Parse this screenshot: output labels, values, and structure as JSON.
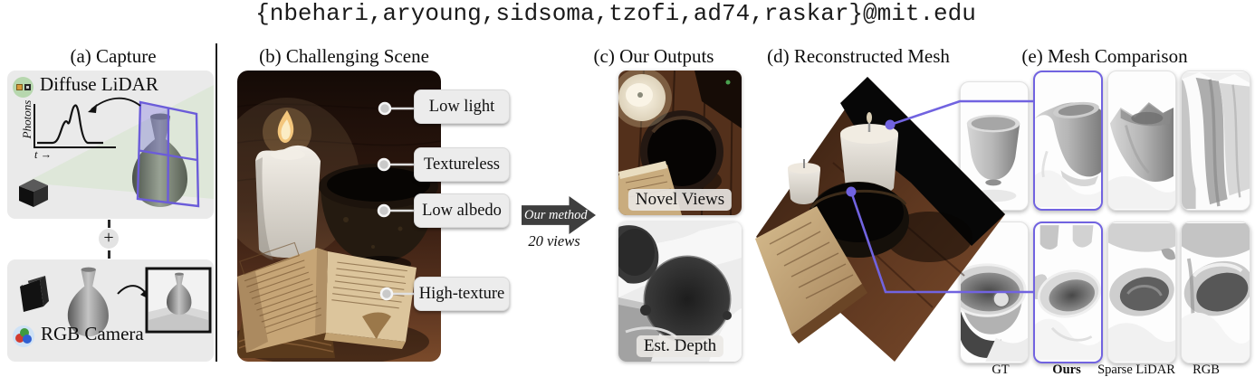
{
  "header": {
    "email": "{nbehari,aryoung,sidsoma,tzofi,ad74,raskar}@mit.edu"
  },
  "panel_a": {
    "title": "(a) Capture",
    "lidar_label": "Diffuse LiDAR",
    "plot_ylabel": "Photons",
    "plot_xlabel": "t →",
    "plus_symbol": "+",
    "camera_label": "RGB Camera"
  },
  "panel_b": {
    "title": "(b) Challenging Scene",
    "callouts": [
      {
        "label": "Low light"
      },
      {
        "label": "Textureless"
      },
      {
        "label": "Low albedo"
      },
      {
        "label": "High-texture"
      }
    ]
  },
  "method": {
    "label": "Our method",
    "views": "20 views"
  },
  "panel_c": {
    "title": "(c) Our Outputs",
    "novel_views_label": "Novel Views",
    "est_depth_label": "Est. Depth"
  },
  "panel_d": {
    "title": "(d) Reconstructed Mesh"
  },
  "panel_e": {
    "title": "(e) Mesh Comparison",
    "columns": [
      {
        "label": "GT",
        "highlighted": false
      },
      {
        "label": "Ours",
        "highlighted": true
      },
      {
        "label": "Sparse LiDAR",
        "highlighted": false
      },
      {
        "label": "RGB",
        "highlighted": false
      }
    ]
  },
  "colors": {
    "accent_purple": "#7163e0",
    "panel_gray": "#eaeaea",
    "arrow_dark": "#3e3e3e",
    "callout_line": "#e0e0e0"
  }
}
